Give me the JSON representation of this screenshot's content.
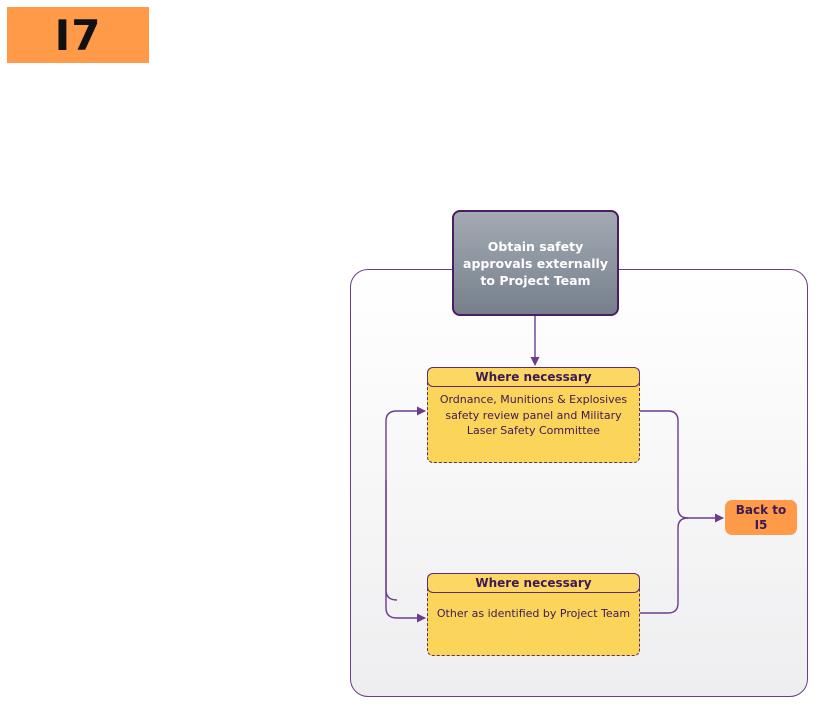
{
  "header": {
    "stage_code": "I7"
  },
  "diagram": {
    "main_step": {
      "label": "Obtain safety approvals externally to Project Team"
    },
    "conditions": [
      {
        "header": "Where necessary",
        "body": "Ordnance, Munitions & Explosives safety review panel and Military Laser Safety Committee"
      },
      {
        "header": "Where necessary",
        "body": "Other as identified by Project Team"
      }
    ],
    "exit_step": {
      "label": "Back to I5"
    }
  },
  "colors": {
    "badge": "#ff9a49",
    "main_fill": "#8a939e",
    "main_border": "#4b1d63",
    "condition_fill": "#fbd55a",
    "connector": "#6a3d8f",
    "exit_fill": "#ff9a49"
  }
}
